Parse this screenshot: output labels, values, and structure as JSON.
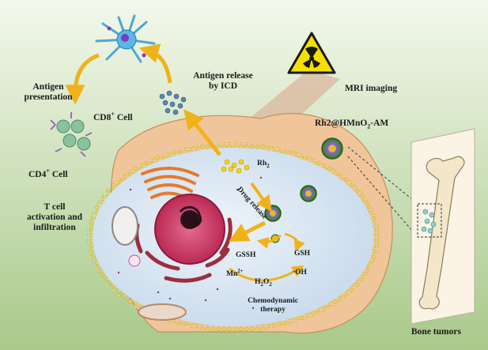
{
  "labels": {
    "antigen_presentation": [
      "Antigen",
      "presentation"
    ],
    "cd8": {
      "main": "CD8",
      "sup": "+",
      "tail": " Cell"
    },
    "antigen_release": [
      "Antigen release",
      "by ICD"
    ],
    "mri": "MRI imaging",
    "nanoparticle": {
      "pre": "Rh2@HMnO",
      "sub": "2",
      "post": "-AM"
    },
    "cd4": {
      "main": "CD4",
      "sup": "+",
      "tail": " Cell"
    },
    "tcell": [
      "T cell",
      "activation and",
      "infiltration"
    ],
    "rh2": {
      "main": "Rh",
      "sub": "2"
    },
    "drug_release": "Drug release",
    "gssh": "GSSH",
    "gsh": "GSH",
    "mn": {
      "main": "Mn",
      "sup": "2+"
    },
    "h2o2": {
      "a": "H",
      "s1": "2",
      "b": "O",
      "s2": "2"
    },
    "oh": {
      "pre": "·",
      "main": "OH"
    },
    "chemodynamic": [
      "Chemodynamic",
      "therapy"
    ],
    "bone_tumors": "Bone tumors"
  },
  "colors": {
    "background_top": "#f3f8ec",
    "background_bottom": "#a9c98a",
    "cell_cytoplasm": "#d7e6f3",
    "cell_membrane_beads": "#e6d65a",
    "tumor_skin": "#f1c59a",
    "arrow": "#f0b21a",
    "hazard_yellow": "#f4e000",
    "nucleus": "#c7305e",
    "golgi": "#e57a2c",
    "er": "#9b2f3c"
  },
  "icons": [
    "radiation-hazard-icon",
    "dendritic-cell-icon",
    "t-cell-icon",
    "antigen-dots-icon",
    "nanoparticle-icon",
    "bone-icon"
  ]
}
